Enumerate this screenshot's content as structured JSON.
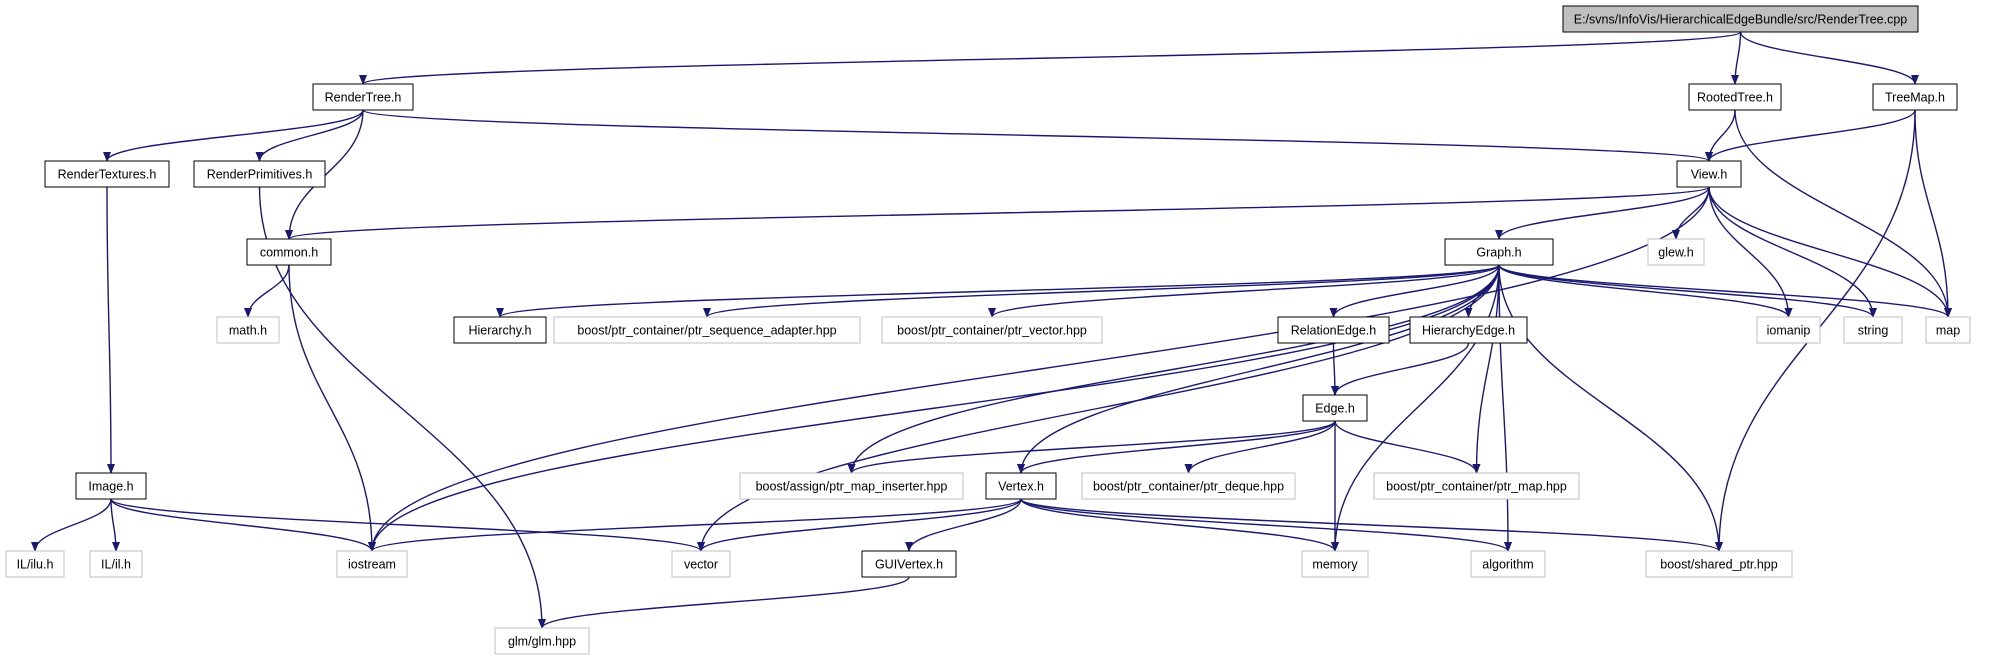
{
  "colors": {
    "edge": "#191970",
    "root_fill": "#bfbfbf",
    "local_border": "#000000",
    "system_border": "#bfbfbf",
    "system_text": "#666666"
  },
  "nodes": {
    "root": {
      "label": "E:/svns/InfoVis/HierarchicalEdgeBundle/src/RenderTree.cpp",
      "kind": "root"
    },
    "rendertree": {
      "label": "RenderTree.h",
      "kind": "local"
    },
    "rootedtree": {
      "label": "RootedTree.h",
      "kind": "local"
    },
    "treemap": {
      "label": "TreeMap.h",
      "kind": "local"
    },
    "rendertextures": {
      "label": "RenderTextures.h",
      "kind": "local"
    },
    "renderprimitives": {
      "label": "RenderPrimitives.h",
      "kind": "local"
    },
    "view": {
      "label": "View.h",
      "kind": "local"
    },
    "common": {
      "label": "common.h",
      "kind": "local"
    },
    "glew": {
      "label": "glew.h",
      "kind": "system"
    },
    "graph": {
      "label": "Graph.h",
      "kind": "local"
    },
    "math": {
      "label": "math.h",
      "kind": "system"
    },
    "hierarchy": {
      "label": "Hierarchy.h",
      "kind": "local"
    },
    "ptrseq": {
      "label": "boost/ptr_container/ptr_sequence_adapter.hpp",
      "kind": "system"
    },
    "ptrvec": {
      "label": "boost/ptr_container/ptr_vector.hpp",
      "kind": "system"
    },
    "relationedge": {
      "label": "RelationEdge.h",
      "kind": "local"
    },
    "hierarchyedge": {
      "label": "HierarchyEdge.h",
      "kind": "local"
    },
    "iomanip": {
      "label": "iomanip",
      "kind": "system"
    },
    "string": {
      "label": "string",
      "kind": "system"
    },
    "map": {
      "label": "map",
      "kind": "system"
    },
    "edge": {
      "label": "Edge.h",
      "kind": "local"
    },
    "image": {
      "label": "Image.h",
      "kind": "local"
    },
    "ptrmapins": {
      "label": "boost/assign/ptr_map_inserter.hpp",
      "kind": "system"
    },
    "vertex": {
      "label": "Vertex.h",
      "kind": "local"
    },
    "ptrdeque": {
      "label": "boost/ptr_container/ptr_deque.hpp",
      "kind": "system"
    },
    "ptrmap": {
      "label": "boost/ptr_container/ptr_map.hpp",
      "kind": "system"
    },
    "ilu": {
      "label": "IL/ilu.h",
      "kind": "system"
    },
    "il": {
      "label": "IL/il.h",
      "kind": "system"
    },
    "iostream": {
      "label": "iostream",
      "kind": "system"
    },
    "vector": {
      "label": "vector",
      "kind": "system"
    },
    "guivertex": {
      "label": "GUIVertex.h",
      "kind": "local"
    },
    "memory": {
      "label": "memory",
      "kind": "system"
    },
    "algorithm": {
      "label": "algorithm",
      "kind": "system"
    },
    "sharedptr": {
      "label": "boost/shared_ptr.hpp",
      "kind": "system"
    },
    "glm": {
      "label": "glm/glm.hpp",
      "kind": "system"
    }
  },
  "edges": [
    [
      "root",
      "rendertree"
    ],
    [
      "root",
      "rootedtree"
    ],
    [
      "root",
      "treemap"
    ],
    [
      "rendertree",
      "rendertextures"
    ],
    [
      "rendertree",
      "renderprimitives"
    ],
    [
      "rendertree",
      "common"
    ],
    [
      "rendertree",
      "view"
    ],
    [
      "rootedtree",
      "view"
    ],
    [
      "rootedtree",
      "map"
    ],
    [
      "treemap",
      "view"
    ],
    [
      "treemap",
      "map"
    ],
    [
      "treemap",
      "sharedptr"
    ],
    [
      "rendertextures",
      "image"
    ],
    [
      "renderprimitives",
      "glm"
    ],
    [
      "view",
      "common"
    ],
    [
      "view",
      "iostream"
    ],
    [
      "view",
      "glew"
    ],
    [
      "view",
      "graph"
    ],
    [
      "view",
      "iomanip"
    ],
    [
      "view",
      "string"
    ],
    [
      "view",
      "map"
    ],
    [
      "common",
      "math"
    ],
    [
      "common",
      "iostream"
    ],
    [
      "graph",
      "hierarchy"
    ],
    [
      "graph",
      "ptrseq"
    ],
    [
      "graph",
      "ptrvec"
    ],
    [
      "graph",
      "relationedge"
    ],
    [
      "graph",
      "hierarchyedge"
    ],
    [
      "graph",
      "iomanip"
    ],
    [
      "graph",
      "string"
    ],
    [
      "graph",
      "map"
    ],
    [
      "graph",
      "iostream"
    ],
    [
      "graph",
      "vector"
    ],
    [
      "graph",
      "ptrmapins"
    ],
    [
      "graph",
      "vertex"
    ],
    [
      "graph",
      "ptrmap"
    ],
    [
      "graph",
      "memory"
    ],
    [
      "graph",
      "algorithm"
    ],
    [
      "graph",
      "sharedptr"
    ],
    [
      "relationedge",
      "edge"
    ],
    [
      "hierarchyedge",
      "edge"
    ],
    [
      "edge",
      "ptrmapins"
    ],
    [
      "edge",
      "vertex"
    ],
    [
      "edge",
      "ptrdeque"
    ],
    [
      "edge",
      "ptrmap"
    ],
    [
      "edge",
      "memory"
    ],
    [
      "image",
      "ilu"
    ],
    [
      "image",
      "il"
    ],
    [
      "image",
      "iostream"
    ],
    [
      "image",
      "vector"
    ],
    [
      "vertex",
      "iostream"
    ],
    [
      "vertex",
      "vector"
    ],
    [
      "vertex",
      "guivertex"
    ],
    [
      "vertex",
      "memory"
    ],
    [
      "vertex",
      "algorithm"
    ],
    [
      "vertex",
      "sharedptr"
    ],
    [
      "guivertex",
      "glm"
    ]
  ]
}
